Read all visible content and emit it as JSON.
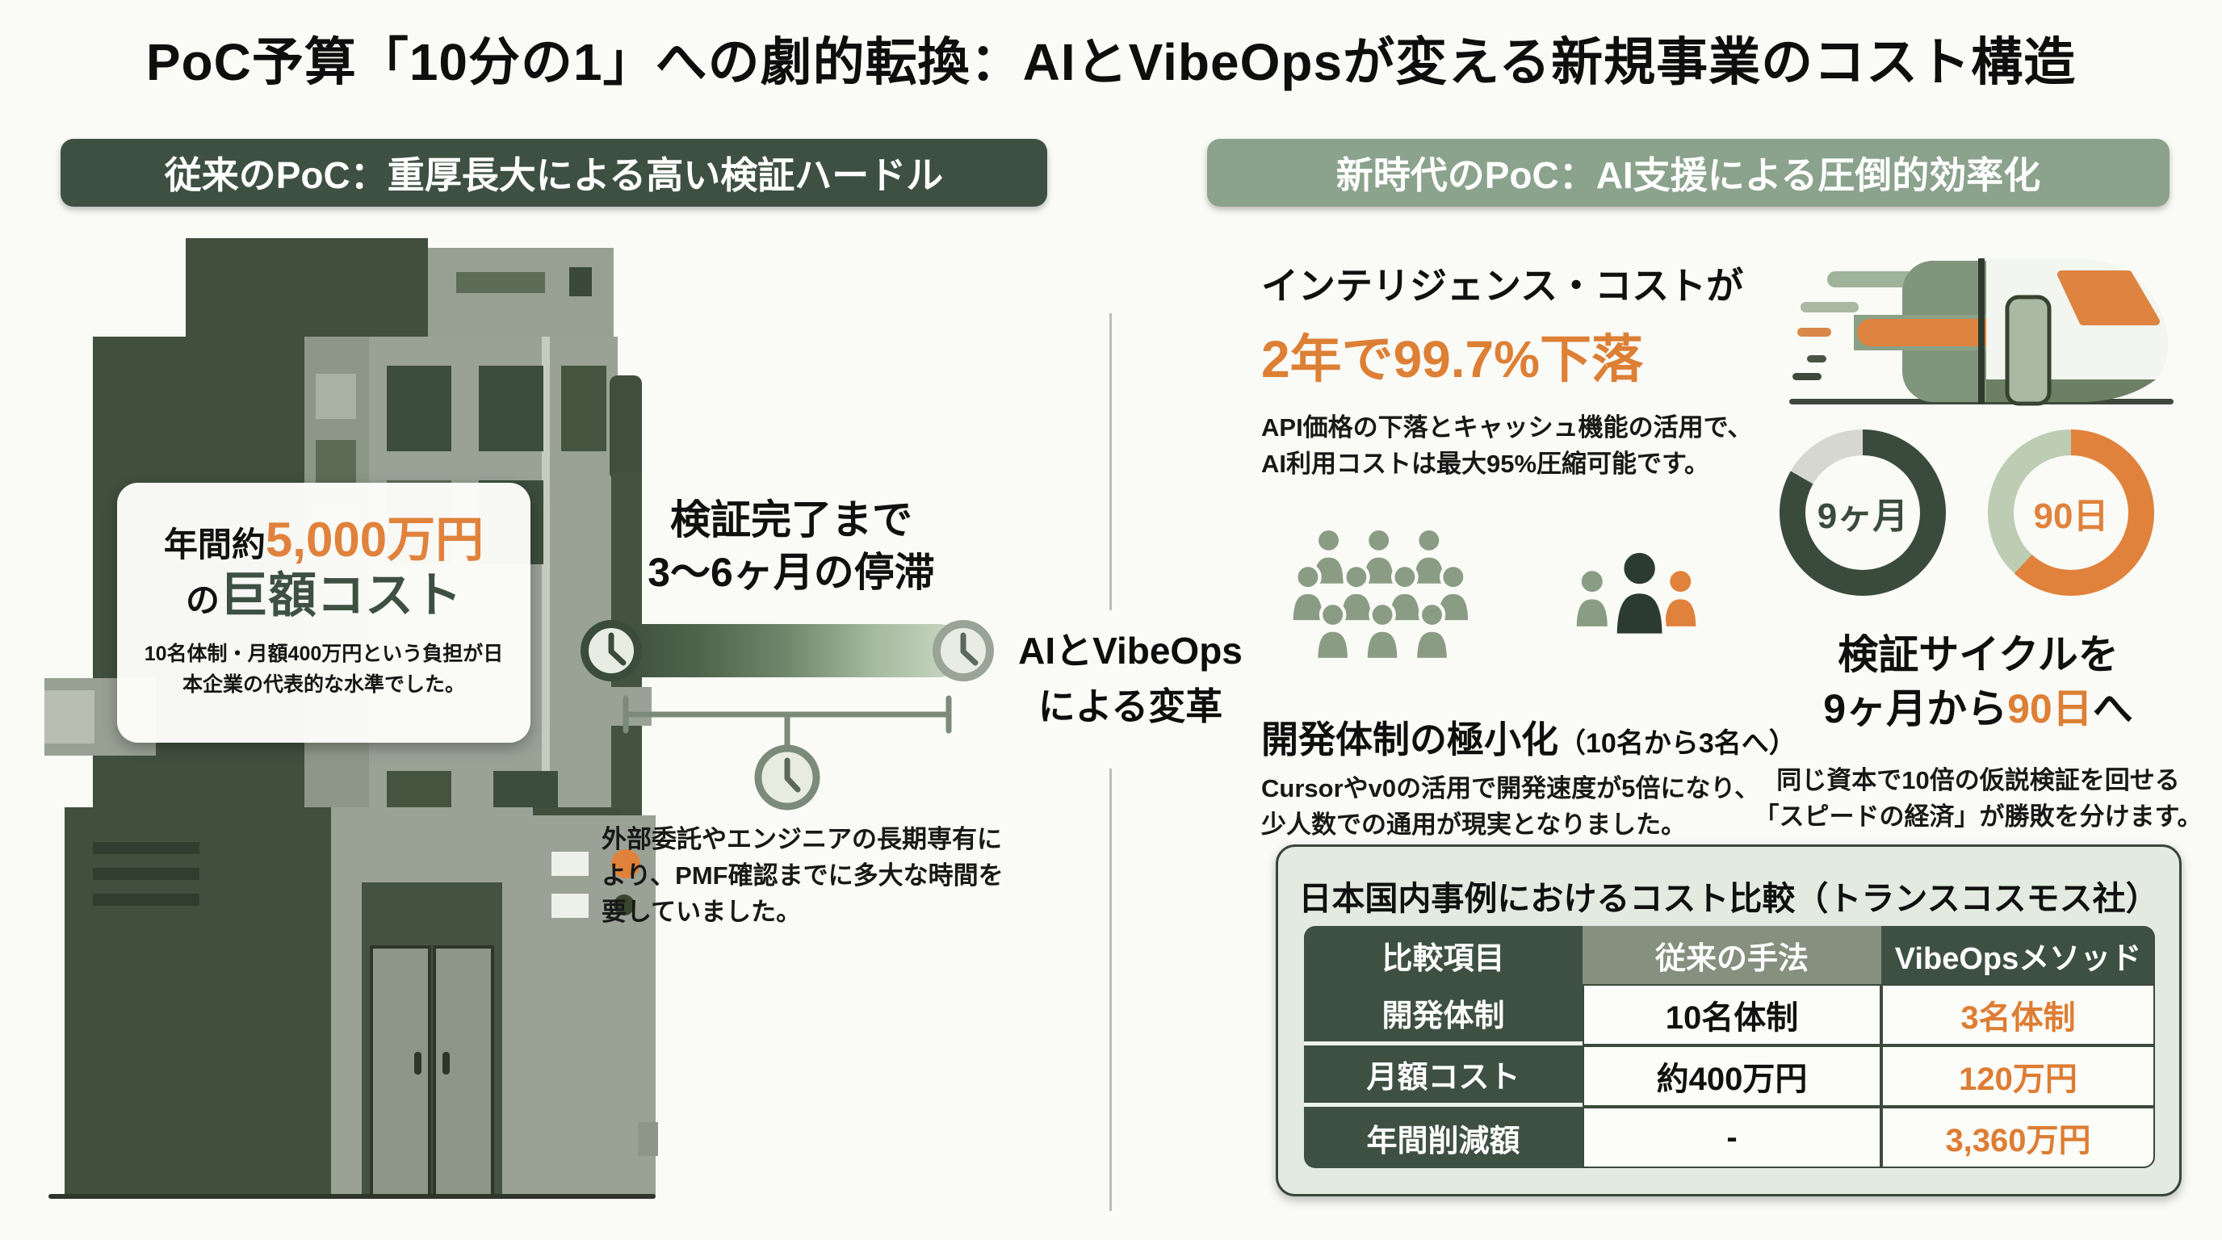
{
  "page": {
    "title": "PoC予算「10分の1」への劇的転換：AIとVibeOpsが変える新規事業のコスト構造"
  },
  "colors": {
    "dark_green": "#3e5042",
    "sage_green": "#8ba28c",
    "orange": "#e0823c",
    "table_card_bg": "#e3ebe1",
    "gray_header": "#85907f",
    "background": "#fafaf6"
  },
  "legacy": {
    "header": "従来のPoC：重厚長大による高い検証ハードル",
    "cost_card": {
      "prefix": "年間約",
      "amount": "5,000万円",
      "mid": "の",
      "emphasis": "巨額コスト",
      "description": "10名体制・月額400万円という負担が日本企業の代表的な水準でした。"
    },
    "timeline": {
      "title_line1": "検証完了まで",
      "title_line2": "3〜6ヶ月の停滞",
      "note": "外部委託やエンジニアの長期専有により、PMF確認までに多大な時間を要していました。"
    }
  },
  "transform": {
    "line1": "AIとVibeOps",
    "line2": "による変革"
  },
  "modern": {
    "header": "新時代のPoC：AI支援による圧倒的効率化",
    "intelligence": {
      "heading": "インテリジェンス・コストが",
      "highlight": "2年で99.7%下落",
      "description_line1": "API価格の下落とキャッシュ機能の活用で、",
      "description_line2": "AI利用コストは最大95%圧縮可能です。"
    },
    "team": {
      "heading": "開発体制の極小化",
      "heading_note": "（10名から3名へ）",
      "description_line1": "Cursorやv0の活用で開発速度が5倍になり、",
      "description_line2": "少人数での通用が現実となりました。"
    },
    "cycle": {
      "donut_before_label": "9ヶ月",
      "donut_after_label": "90日",
      "heading_line1": "検証サイクルを",
      "heading_line2_pre": "9ヶ月から",
      "heading_line2_highlight": "90日",
      "heading_line2_post": "へ",
      "description_line1": "同じ資本で10倍の仮説検証を回せる",
      "description_line2": "「スピードの経済」が勝敗を分けます。"
    },
    "table": {
      "title": "日本国内事例におけるコスト比較（トランスコスモス社）",
      "headers": [
        "比較項目",
        "従来の手法",
        "VibeOpsメソッド"
      ],
      "rows": [
        {
          "label": "開発体制",
          "legacy": "10名体制",
          "vibeops": "3名体制"
        },
        {
          "label": "月額コスト",
          "legacy": "約400万円",
          "vibeops": "120万円"
        },
        {
          "label": "年間削減額",
          "legacy": "-",
          "vibeops": "3,360万円"
        }
      ]
    }
  },
  "chart_data": [
    {
      "type": "pie",
      "title": "検証サイクル（従来）",
      "center_label": "9ヶ月",
      "values": [
        83,
        17
      ],
      "segment_colors": [
        "#3a4b3c",
        "#d7d7d2"
      ],
      "legend_position": "none"
    },
    {
      "type": "pie",
      "title": "検証サイクル（AI支援後）",
      "center_label": "90日",
      "values": [
        62,
        38
      ],
      "segment_colors": [
        "#e0823c",
        "#bccdb4"
      ],
      "legend_position": "none"
    },
    {
      "type": "table",
      "title": "日本国内事例におけるコスト比較（トランスコスモス社）",
      "columns": [
        "比較項目",
        "従来の手法",
        "VibeOpsメソッド"
      ],
      "rows": [
        [
          "開発体制",
          "10名体制",
          "3名体制"
        ],
        [
          "月額コスト",
          "約400万円",
          "120万円"
        ],
        [
          "年間削減額",
          "-",
          "3,360万円"
        ]
      ]
    }
  ]
}
